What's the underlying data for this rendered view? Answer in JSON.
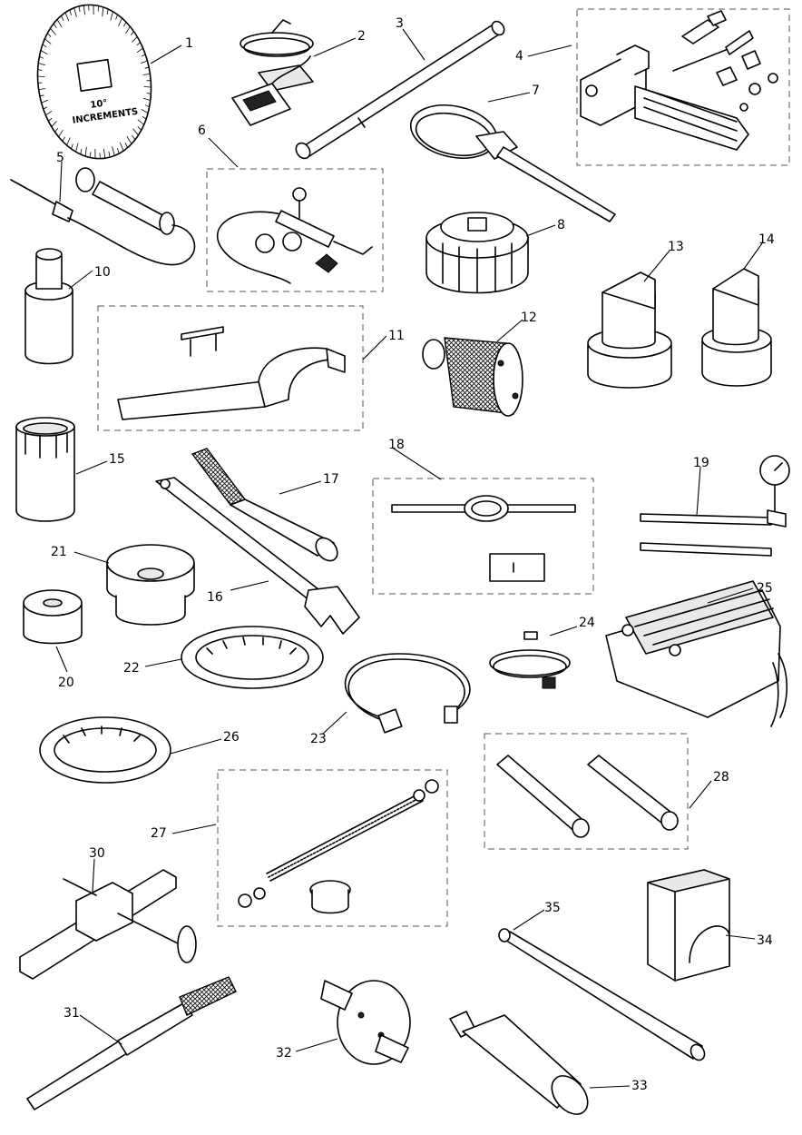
{
  "diagram": {
    "dial": {
      "line1": "10°",
      "line2": "INCREMENTS"
    },
    "callouts": [
      {
        "id": "1",
        "label": "1"
      },
      {
        "id": "2",
        "label": "2"
      },
      {
        "id": "3",
        "label": "3"
      },
      {
        "id": "4",
        "label": "4"
      },
      {
        "id": "5",
        "label": "5"
      },
      {
        "id": "6",
        "label": "6"
      },
      {
        "id": "7",
        "label": "7"
      },
      {
        "id": "8",
        "label": "8"
      },
      {
        "id": "10",
        "label": "10"
      },
      {
        "id": "11",
        "label": "11"
      },
      {
        "id": "12",
        "label": "12"
      },
      {
        "id": "13",
        "label": "13"
      },
      {
        "id": "14",
        "label": "14"
      },
      {
        "id": "15",
        "label": "15"
      },
      {
        "id": "16",
        "label": "16"
      },
      {
        "id": "17",
        "label": "17"
      },
      {
        "id": "18",
        "label": "18"
      },
      {
        "id": "19",
        "label": "19"
      },
      {
        "id": "20",
        "label": "20"
      },
      {
        "id": "21",
        "label": "21"
      },
      {
        "id": "22",
        "label": "22"
      },
      {
        "id": "23",
        "label": "23"
      },
      {
        "id": "24",
        "label": "24"
      },
      {
        "id": "25",
        "label": "25"
      },
      {
        "id": "26",
        "label": "26"
      },
      {
        "id": "27",
        "label": "27"
      },
      {
        "id": "28",
        "label": "28"
      },
      {
        "id": "30",
        "label": "30"
      },
      {
        "id": "31",
        "label": "31"
      },
      {
        "id": "32",
        "label": "32"
      },
      {
        "id": "33",
        "label": "33"
      },
      {
        "id": "34",
        "label": "34"
      },
      {
        "id": "35",
        "label": "35"
      }
    ]
  }
}
